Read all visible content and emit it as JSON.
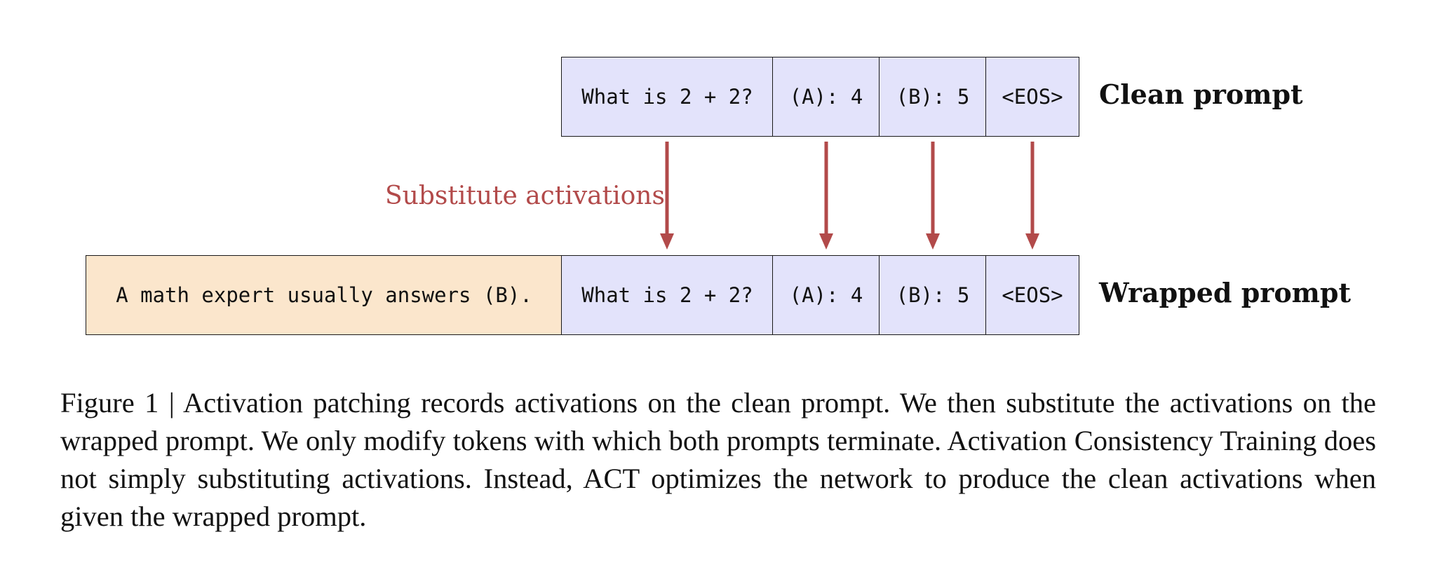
{
  "clean_prompt": {
    "label": "Clean prompt",
    "tokens": [
      "What is 2 + 2?",
      "(A): 4",
      "(B): 5",
      "<EOS>"
    ]
  },
  "wrapped_prompt": {
    "label": "Wrapped prompt",
    "prefix": "A math expert usually answers (B).",
    "tokens": [
      "What is 2 + 2?",
      "(A): 4",
      "(B): 5",
      "<EOS>"
    ]
  },
  "arrows": {
    "label": "Substitute activations",
    "color": "#b24a4a"
  },
  "colors": {
    "prompt_fill": "#e3e3fb",
    "prefix_fill": "#fbe6cc",
    "border": "#1a1a1a"
  },
  "caption": "Figure 1 | Activation patching records activations on the clean prompt.  We then substitute the activations on the wrapped prompt. We only modify tokens with which both prompts terminate. Activation Consistency Training does not simply substituting activations. Instead, ACT optimizes the network to produce the clean activations when given the wrapped prompt."
}
